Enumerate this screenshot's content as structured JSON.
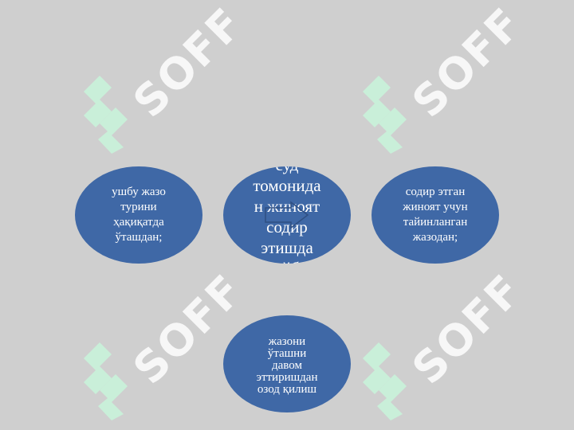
{
  "diagram": {
    "nodes": {
      "left": "ушбу жазо\nтурини\nҳақиқатда\nўташдан;",
      "center": "суд\nтомонида\nн жиноят\nсодир\nэтишда\nайб",
      "right": "содир этган\nжиноят учун\nтайинланган\nжазодан;",
      "bottom": "жазони\nўташни\nдавом\nэттиришдан\nозод қилиш"
    }
  },
  "watermark": {
    "text": "SOFF",
    "logo_color": "#c9efd9",
    "text_color": "#ffffff"
  },
  "colors": {
    "background": "#cfcfcf",
    "node_fill": "#3f68a6",
    "node_text": "#ffffff"
  }
}
